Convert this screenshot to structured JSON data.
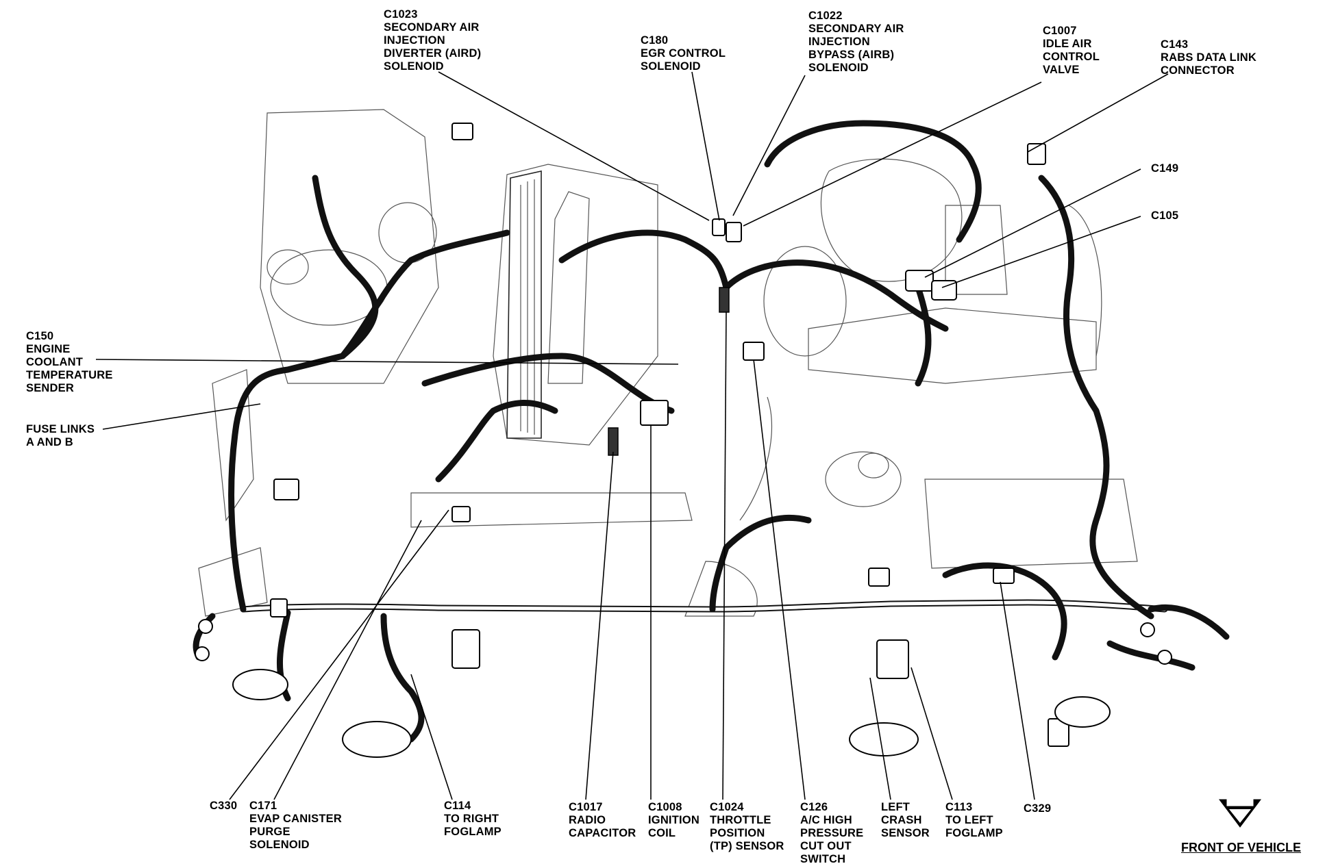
{
  "labels": [
    {
      "id": "c1023",
      "lines": [
        "C1023",
        "SECONDARY AIR",
        "INJECTION",
        "DIVERTER (AIRD)",
        "SOLENOID"
      ]
    },
    {
      "id": "c180",
      "lines": [
        "C180",
        "EGR CONTROL",
        "SOLENOID"
      ]
    },
    {
      "id": "c1022",
      "lines": [
        "C1022",
        "SECONDARY AIR",
        "INJECTION",
        "BYPASS (AIRB)",
        "SOLENOID"
      ]
    },
    {
      "id": "c1007",
      "lines": [
        "C1007",
        "IDLE AIR",
        "CONTROL",
        "VALVE"
      ]
    },
    {
      "id": "c143",
      "lines": [
        "C143",
        "RABS DATA LINK",
        "CONNECTOR"
      ]
    },
    {
      "id": "c149",
      "lines": [
        "C149"
      ]
    },
    {
      "id": "c105",
      "lines": [
        "C105"
      ]
    },
    {
      "id": "c150",
      "lines": [
        "C150",
        "ENGINE",
        "COOLANT",
        "TEMPERATURE",
        "SENDER"
      ]
    },
    {
      "id": "fuse-links",
      "lines": [
        "FUSE LINKS",
        "A AND B"
      ]
    },
    {
      "id": "c330",
      "lines": [
        "C330"
      ]
    },
    {
      "id": "c171",
      "lines": [
        "C171",
        "EVAP CANISTER",
        "PURGE",
        "SOLENOID"
      ]
    },
    {
      "id": "c114",
      "lines": [
        "C114",
        "TO RIGHT",
        "FOGLAMP"
      ]
    },
    {
      "id": "c1017",
      "lines": [
        "C1017",
        "RADIO",
        "CAPACITOR"
      ]
    },
    {
      "id": "c1008",
      "lines": [
        "C1008",
        "IGNITION",
        "COIL"
      ]
    },
    {
      "id": "c1024",
      "lines": [
        "C1024",
        "THROTTLE",
        "POSITION",
        "(TP) SENSOR"
      ]
    },
    {
      "id": "c126",
      "lines": [
        "C126",
        "A/C HIGH",
        "PRESSURE",
        "CUT OUT",
        "SWITCH"
      ]
    },
    {
      "id": "left-crash",
      "lines": [
        "LEFT",
        "CRASH",
        "SENSOR"
      ]
    },
    {
      "id": "c113",
      "lines": [
        "C113",
        "TO LEFT",
        "FOGLAMP"
      ]
    },
    {
      "id": "c329",
      "lines": [
        "C329"
      ]
    }
  ],
  "front": {
    "text": "FRONT OF VEHICLE"
  }
}
